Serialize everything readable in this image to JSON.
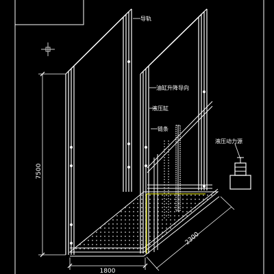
{
  "drawing": {
    "title": "",
    "labels": {
      "rail": "导轨",
      "piston_guide": "油缸升降导向",
      "hydraulic_cylinder": "液压缸",
      "chain": "链条",
      "power_unit": "液压动力源"
    },
    "dimensions": {
      "height": "7500",
      "width": "1800",
      "depth": "2300"
    }
  },
  "colors": {
    "background": "#000000",
    "line": "#ffffff",
    "accent": "#ffff00"
  },
  "icons": [
    "crosshair-icon"
  ]
}
